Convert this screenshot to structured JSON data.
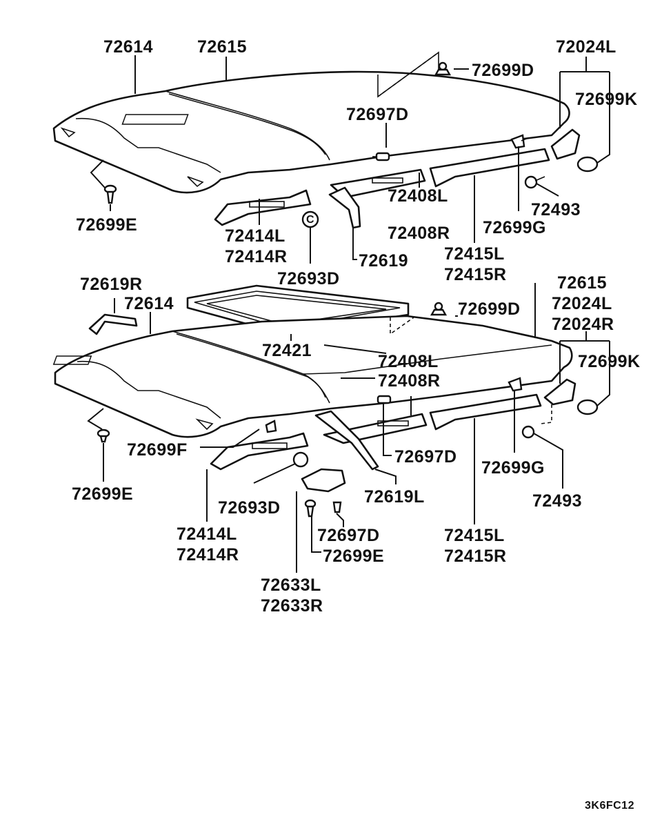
{
  "diagram": {
    "upper_assembly": {
      "labels": {
        "headlining_front": "72614",
        "headlining_rear": "72615",
        "clip_top": "72699D",
        "bracket_left": "72024L",
        "clip_k": "72699K",
        "screw_d": "72697D",
        "clip_e": "72699E",
        "trim_408_l": "72408L",
        "trim_408_r": "72408R",
        "screw_493": "72493",
        "clip_g": "72699G",
        "trim_414_l": "72414L",
        "trim_414_r": "72414R",
        "hook_619": "72619",
        "trim_415_l": "72415L",
        "trim_415_r": "72415R",
        "cap_693": "72693D"
      }
    },
    "lower_assembly": {
      "labels": {
        "bracket_619r": "72619R",
        "headlining_front": "72614",
        "sunroof_panel": "72421",
        "headlining_rear": "72615",
        "clip_top": "72699D",
        "bracket_left": "72024L",
        "bracket_right": "72024R",
        "clip_k": "72699K",
        "trim_408_l": "72408L",
        "trim_408_r": "72408R",
        "clip_f": "72699F",
        "screw_d": "72697D",
        "clip_e_left": "72699E",
        "cap_693": "72693D",
        "hook_619l": "72619L",
        "clip_g": "72699G",
        "screw_493": "72493",
        "trim_414_l": "72414L",
        "trim_414_r": "72414R",
        "screw_d_lower": "72697D",
        "clip_e_lower": "72699E",
        "trim_415_l": "72415L",
        "trim_415_r": "72415R",
        "bracket_633_l": "72633L",
        "bracket_633_r": "72633R"
      }
    },
    "diagram_code": "3K6FC12"
  }
}
